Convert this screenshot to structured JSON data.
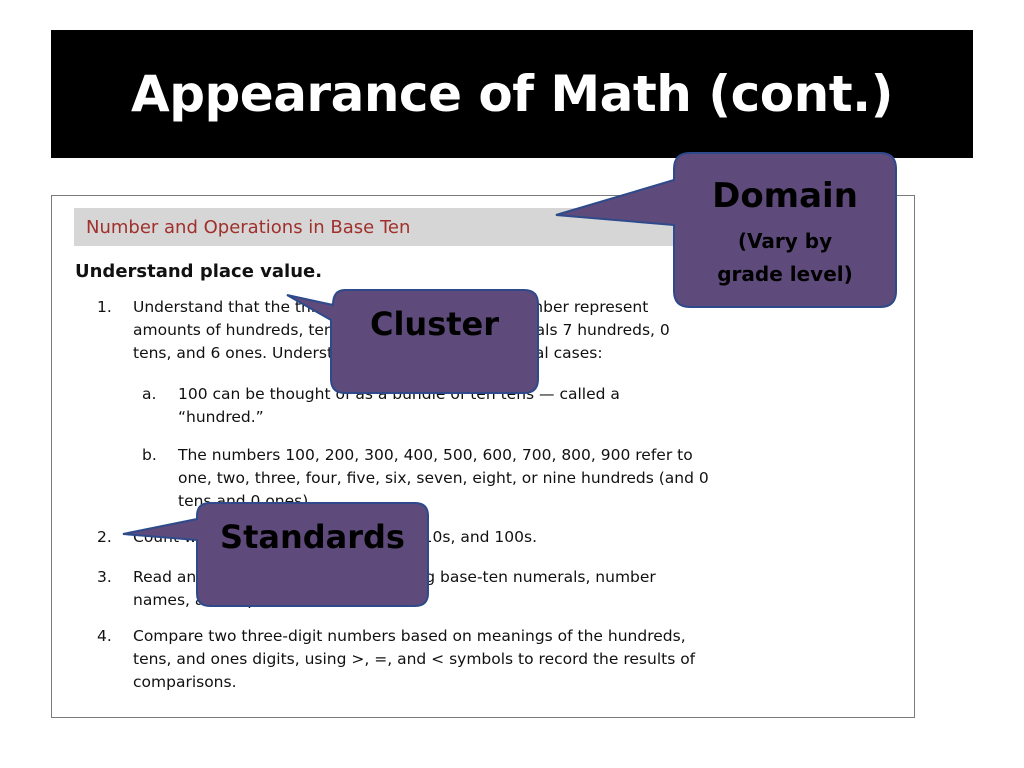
{
  "slide": {
    "title": "Appearance of Math (cont.)"
  },
  "document": {
    "domain": "Number and Operations in Base Ten",
    "cluster": "Understand place value.",
    "standards": [
      {
        "number": "1.",
        "lines": [
          "Understand that the three digits of a three-digit number represent",
          "amounts of hundreds, tens, and ones; e.g., 706 equals 7 hundreds, 0",
          "tens, and 6 ones. Understand the following as special cases:"
        ]
      },
      {
        "number": "a.",
        "lines": [
          "100 can be thought of as a bundle of ten tens — called a",
          "“hundred.”"
        ]
      },
      {
        "number": "b.",
        "lines": [
          "The numbers 100, 200, 300, 400, 500, 600, 700, 800, 900 refer to",
          "one, two, three, four, five, six, seven, eight, or nine hundreds (and 0",
          "tens and 0 ones)."
        ]
      },
      {
        "number": "2.",
        "lines": [
          "Count within 1000; skip-count by 5s, 10s, and 100s."
        ]
      },
      {
        "number": "3.",
        "lines": [
          "Read and write numbers to 1000 using base-ten numerals, number",
          "names, and expanded form."
        ]
      },
      {
        "number": "4.",
        "lines": [
          "Compare two three-digit numbers based on meanings of the hundreds,",
          "tens, and ones digits, using >, =, and < symbols to record the results of",
          "comparisons."
        ]
      }
    ]
  },
  "callouts": {
    "domain": {
      "label": "Domain",
      "sublabel_1": "(Vary by",
      "sublabel_2": "grade level)"
    },
    "cluster": {
      "label": "Cluster"
    },
    "standards": {
      "label": "Standards"
    }
  },
  "colors": {
    "callout_fill": "#5f4b7b",
    "callout_stroke": "#2e4a8a",
    "domain_text": "#a0302b",
    "domain_band": "#d6d6d6"
  }
}
